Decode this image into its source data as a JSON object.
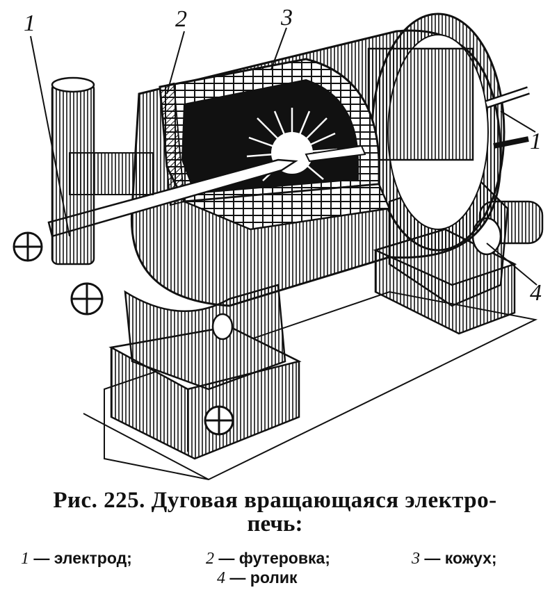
{
  "callouts": {
    "c1_left": "1",
    "c2": "2",
    "c3": "3",
    "c1_right": "1",
    "c4": "4"
  },
  "caption": {
    "line1": "Рис. 225. Дуговая вращающаяся электро-",
    "line2": "печь:"
  },
  "legend": {
    "item1_num": "1",
    "item1_text": " — электрод;",
    "item2_num": "2",
    "item2_text": " — футеровка;",
    "item3_num": "3",
    "item3_text": " — кожух;",
    "item4_num": "4",
    "item4_text": " — ролик"
  }
}
